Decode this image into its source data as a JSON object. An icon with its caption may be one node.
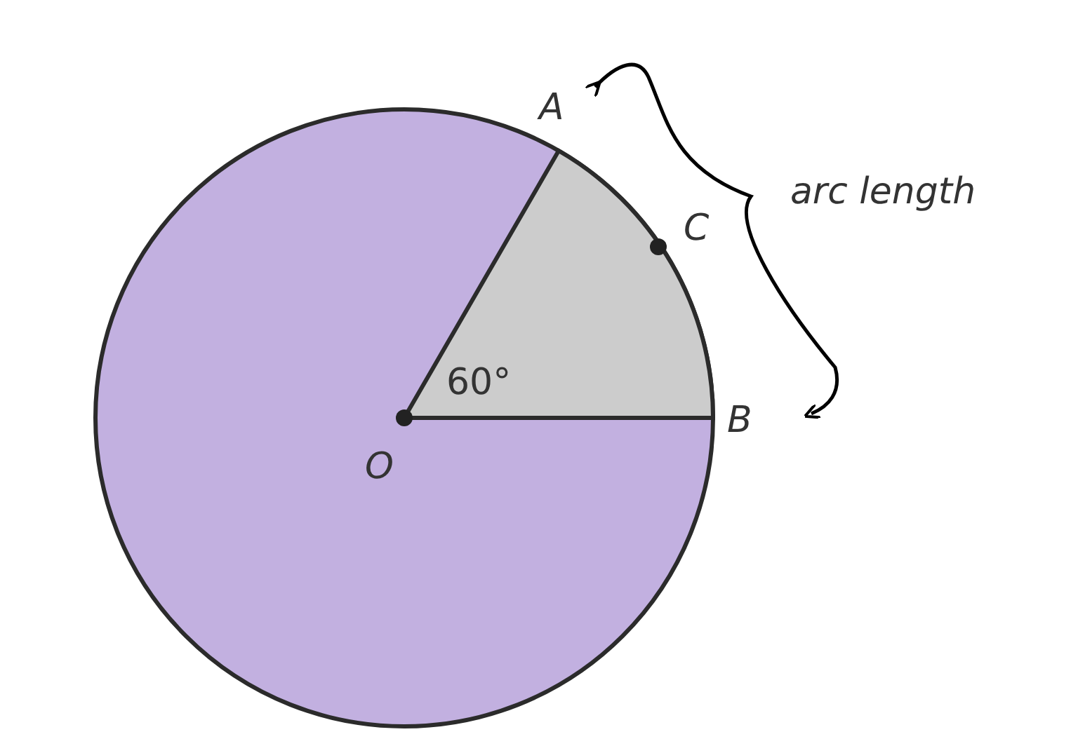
{
  "diagram": {
    "labels": [
      "A",
      "arc length",
      "C",
      "60°",
      "B",
      "O"
    ]
  }
}
